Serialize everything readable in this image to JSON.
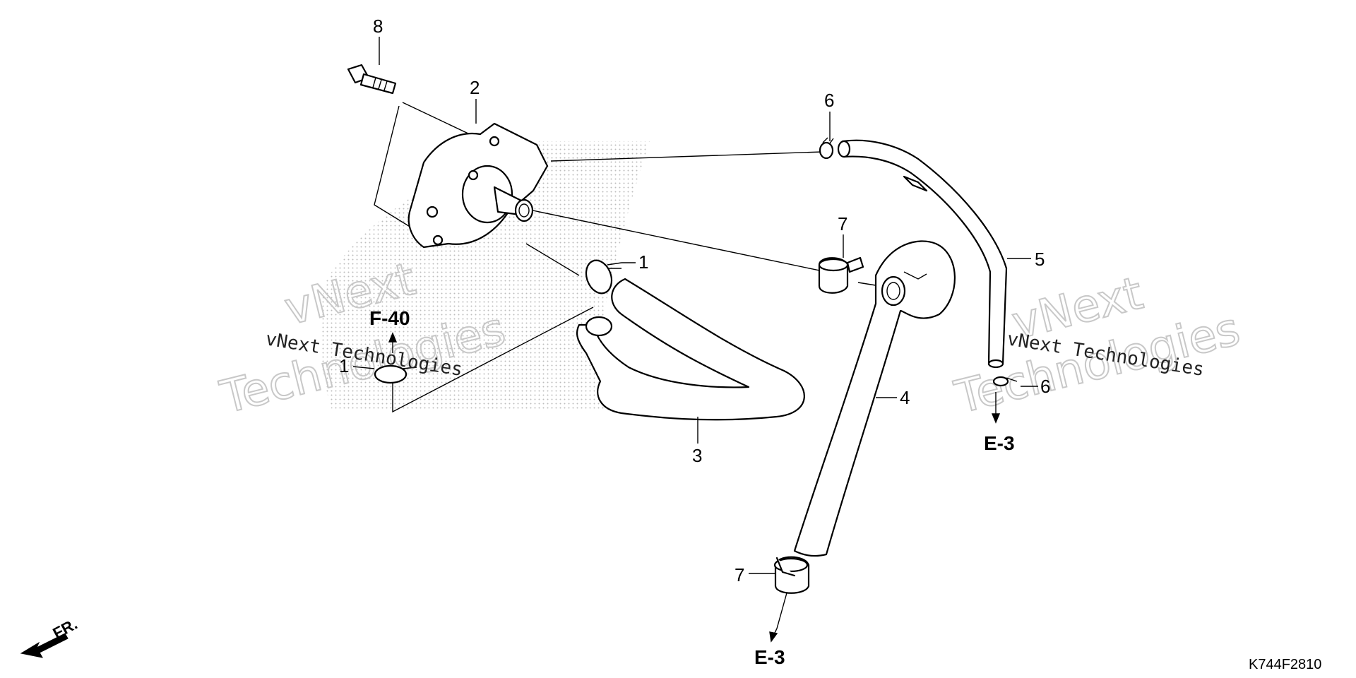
{
  "diagram_code": "K744F2810",
  "front_arrow_label": "FR.",
  "watermark": {
    "small": "vNext Technologies",
    "large_line1": "vNext",
    "large_line2": "Technologies"
  },
  "callouts": [
    {
      "id": "callout-8",
      "text": "8"
    },
    {
      "id": "callout-2",
      "text": "2"
    },
    {
      "id": "callout-6-top",
      "text": "6"
    },
    {
      "id": "callout-7-top",
      "text": "7"
    },
    {
      "id": "callout-1-right",
      "text": "1"
    },
    {
      "id": "callout-5",
      "text": "5"
    },
    {
      "id": "callout-1-left",
      "text": "1"
    },
    {
      "id": "callout-3",
      "text": "3"
    },
    {
      "id": "callout-4",
      "text": "4"
    },
    {
      "id": "callout-6-bottom",
      "text": "6"
    },
    {
      "id": "callout-7-bottom",
      "text": "7"
    }
  ],
  "references": {
    "f40": "F-40",
    "e3_right": "E-3",
    "e3_bottom": "E-3"
  },
  "colors": {
    "line": "#000000",
    "background": "#ffffff",
    "watermark": "#c8c8c8"
  }
}
